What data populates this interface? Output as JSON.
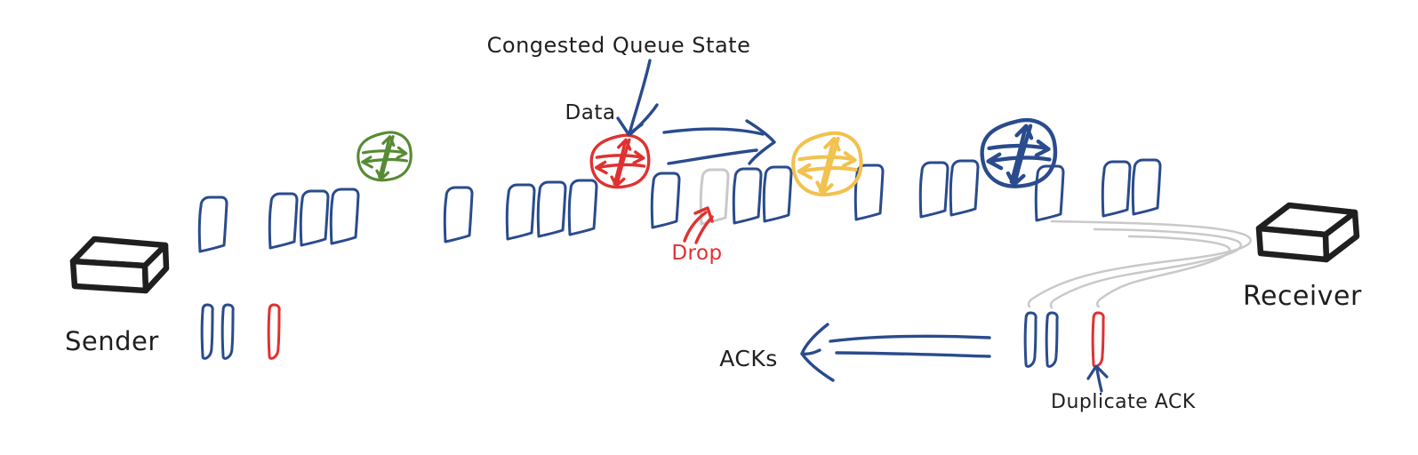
{
  "diagram": {
    "labels": {
      "congested_queue": "Congested Queue State",
      "data": "Data",
      "drop": "Drop",
      "acks": "ACKs",
      "duplicate_ack": "Duplicate ACK",
      "sender": "Sender",
      "receiver": "Receiver"
    },
    "colors": {
      "blue": "#2a4b8d",
      "red": "#e03131",
      "green": "#568b34",
      "yellow": "#f2c14e",
      "gray": "#c9c9c9",
      "black": "#1f1f1f",
      "white": "#ffffff"
    },
    "routers": [
      {
        "name": "green-router",
        "color": "#568b34"
      },
      {
        "name": "red-congested-router",
        "color": "#e03131"
      },
      {
        "name": "yellow-router",
        "color": "#f2c14e"
      },
      {
        "name": "blue-router",
        "color": "#2a4b8d"
      }
    ]
  }
}
